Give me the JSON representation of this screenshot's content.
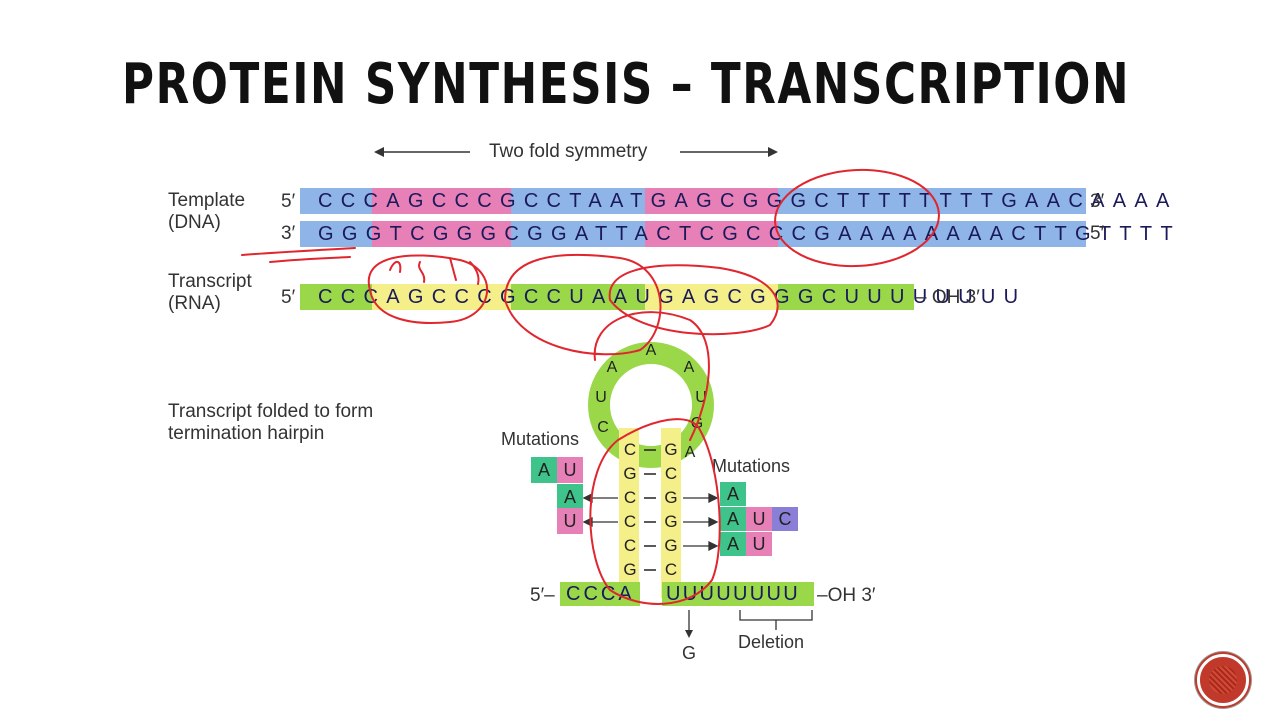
{
  "slide": {
    "title": "PROTEIN SYNTHESIS – TRANSCRIPTION"
  },
  "figure": {
    "symmetry_label": "Two fold symmetry",
    "template_label_line1": "Template",
    "template_label_line2": "(DNA)",
    "transcript_label_line1": "Transcript",
    "transcript_label_line2": "(RNA)",
    "fold_label_line1": "Transcript folded to form",
    "fold_label_line2": "termination hairpin",
    "dna_top": {
      "prime_left": "5′",
      "sequence": "CCCAGCCCGCCTAATGAGCGGGCTTTTTTTTGAACAAAA",
      "prime_right": "3′"
    },
    "dna_bottom": {
      "prime_left": "3′",
      "sequence": "GGGTCGGGCGGATTACTCGCCCGAAAAAAAACTTGTTTT",
      "prime_right": "5′"
    },
    "rna": {
      "prime_left": "5′",
      "sequence": "CCCAGCCCGCCUAAUGAGCGGGCUUUUUUUU",
      "end_label": "– OH 3′"
    },
    "loop_bases": [
      "A",
      "U",
      "C",
      "A",
      "A",
      "U",
      "G",
      "A"
    ],
    "stem_left": [
      "C",
      "G",
      "C",
      "C",
      "C",
      "G"
    ],
    "stem_right": [
      "G",
      "C",
      "G",
      "G",
      "G",
      "C"
    ],
    "hairpin_5_label": "5′–",
    "hairpin_left_tail": "CCCA",
    "hairpin_right_tail": "UUUUUUUU",
    "hairpin_end_label": "–OH 3′",
    "mutations_left_label": "Mutations",
    "mutations_right_label": "Mutations",
    "mut_left_row1": [
      "A",
      "U"
    ],
    "mut_left_row2": "A",
    "mut_left_row3": "U",
    "mut_right_row1": "A",
    "mut_right_row2": [
      "A",
      "U",
      "C"
    ],
    "mut_right_row3": [
      "A",
      "U"
    ],
    "deletion_label": "Deletion",
    "g_mutation_label": "G"
  },
  "colors": {
    "dna_blue": "#8fb4e8",
    "pink": "#e880b8",
    "green": "#9ad84a",
    "yellow": "#f5ef8a",
    "teal": "#3ec48a",
    "purple": "#8a7fd6",
    "ink_red": "#e0262e",
    "nav_red": "#c0392b"
  }
}
